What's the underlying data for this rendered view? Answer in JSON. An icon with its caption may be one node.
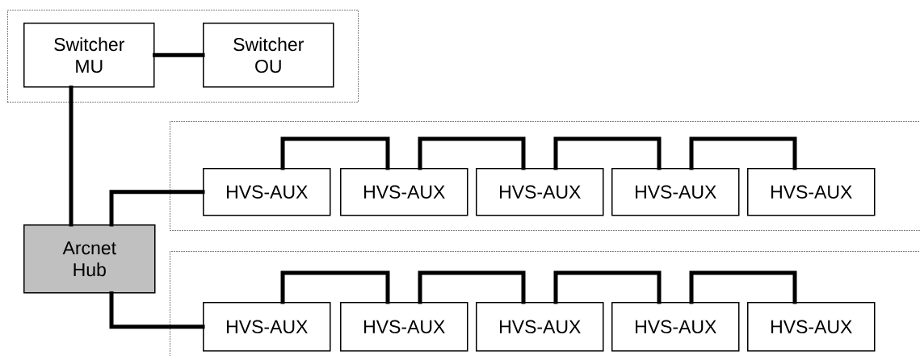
{
  "diagram": {
    "nodes": [
      {
        "text": [],
        "shape": "box"
      },
      {
        "text": [
          "Switcher MU"
        ],
        "in": 0
      },
      {
        "text": [
          "Switcher OU"
        ],
        "in": 0
      },
      {
        "text": [],
        "shape": "box"
      },
      {
        "text": [
          "HVS-AUX"
        ],
        "in": 3
      },
      {
        "text": [
          "HVS-AUX"
        ],
        "in": 3
      },
      {
        "text": [
          "HVS-AUX"
        ],
        "in": 3
      },
      {
        "text": [
          "HVS-AUX"
        ],
        "in": 3
      },
      {
        "text": [
          "HVS-AUX"
        ],
        "in": 3
      },
      {
        "text": [
          "Arcnet Hub"
        ]
      },
      {
        "text": [],
        "shape": "box"
      },
      {
        "text": [
          "HVS-AUX"
        ],
        "in": 10
      },
      {
        "text": [
          "HVS-AUX"
        ],
        "in": 10
      },
      {
        "text": [
          "HVS-AUX"
        ],
        "in": 10
      },
      {
        "text": [
          "HVS-AUX"
        ],
        "in": 10
      },
      {
        "text": [
          "HVS-AUX"
        ],
        "in": 10
      }
    ],
    "edges": [
      {
        "from": 1,
        "to": 2,
        "arrow": "none"
      },
      {
        "from": 1,
        "to": 9,
        "arrow": "none"
      },
      {
        "from": 9,
        "to": 4,
        "arrow": "none"
      },
      {
        "from": 4,
        "to": 5,
        "arrow": "none"
      },
      {
        "from": 5,
        "to": 6,
        "arrow": "none"
      },
      {
        "from": 6,
        "to": 7,
        "arrow": "none"
      },
      {
        "from": 7,
        "to": 8,
        "arrow": "none"
      },
      {
        "from": 9,
        "to": 11,
        "arrow": "none"
      },
      {
        "from": 11,
        "to": 12,
        "arrow": "none"
      },
      {
        "from": 12,
        "to": 13,
        "arrow": "none"
      },
      {
        "from": 13,
        "to": 14,
        "arrow": "none"
      },
      {
        "from": 14,
        "to": 15,
        "arrow": "none"
      }
    ]
  }
}
